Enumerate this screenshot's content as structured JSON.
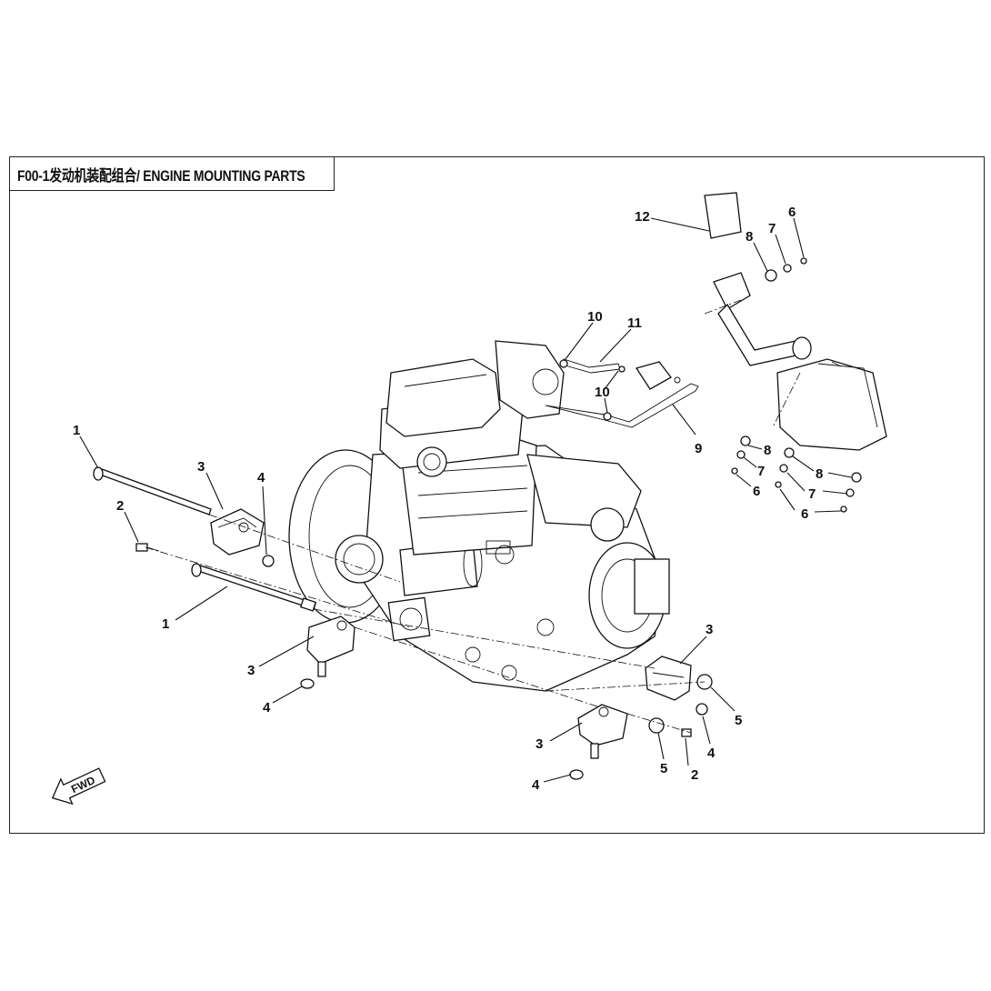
{
  "title": "F00-1发动机装配组合/ ENGINE MOUNTING PARTS",
  "fwd_label": "FWD",
  "callouts": {
    "c1a": "1",
    "c1b": "1",
    "c2a": "2",
    "c2b": "2",
    "c3a": "3",
    "c3b": "3",
    "c3c": "3",
    "c3d": "3",
    "c4a": "4",
    "c4b": "4",
    "c4c": "4",
    "c4d": "4",
    "c5a": "5",
    "c5b": "5",
    "c6a": "6",
    "c6b": "6",
    "c6c": "6",
    "c7a": "7",
    "c7b": "7",
    "c7c": "7",
    "c8a": "8",
    "c8b": "8",
    "c8c": "8",
    "c9": "9",
    "c10a": "10",
    "c10b": "10",
    "c11": "11",
    "c12": "12"
  }
}
